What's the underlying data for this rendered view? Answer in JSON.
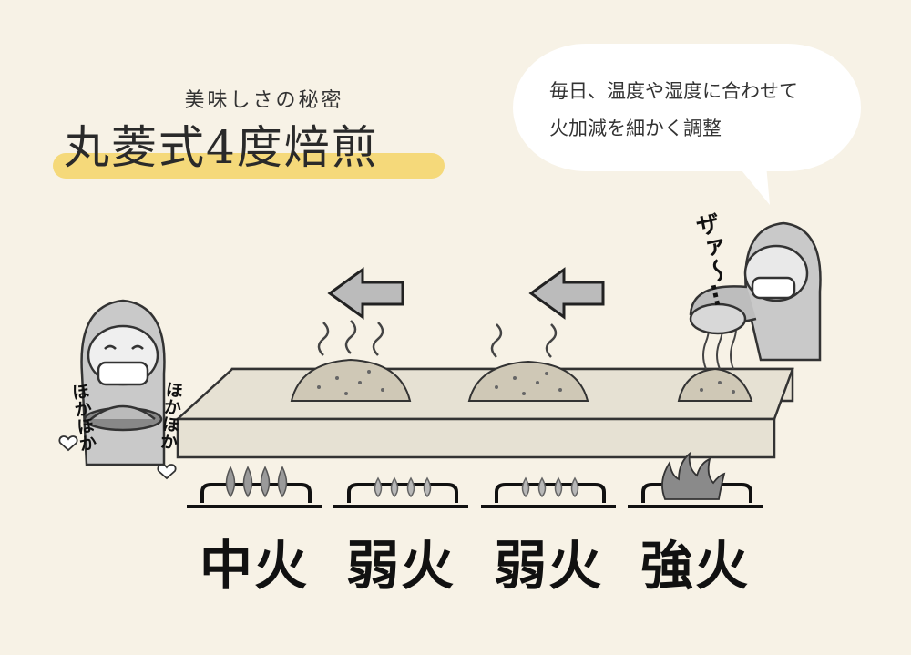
{
  "heading": {
    "subtitle": "美味しさの秘密",
    "title": "丸菱式4度焙煎"
  },
  "speech": {
    "line1": "毎日、温度や湿度に合わせて",
    "line2": "火加減を細かく調整"
  },
  "heat_levels": [
    "中火",
    "弱火",
    "弱火",
    "強火"
  ],
  "sfx": {
    "pour": "ザァ〜…",
    "warm_left": "ほかほか",
    "warm_right": "ほかほか"
  },
  "colors": {
    "background": "#f7f2e6",
    "highlight": "#f5d97a",
    "ink": "#222222",
    "flame": "#9a9a9a"
  }
}
